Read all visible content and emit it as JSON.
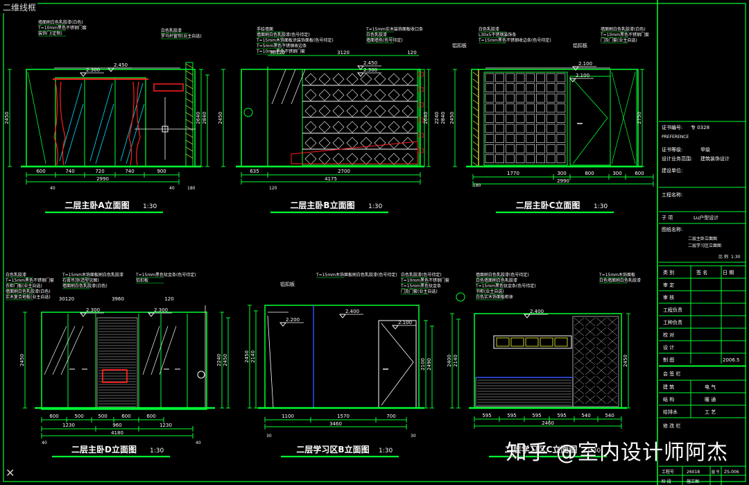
{
  "view_label": "二维线框",
  "watermark": "知乎 @室内设计师阿杰",
  "close_glyph": "✕",
  "colors": {
    "bg": "#000000",
    "line": "#00ff33",
    "accent": "#ff2020",
    "white": "#ffffff",
    "cyan": "#00e5ff",
    "yellow": "#ffff33"
  },
  "views": [
    {
      "title": "二层主卧A立面图",
      "scale": "1:30",
      "dims_bottom": [
        "600",
        "740",
        "720",
        "740",
        "900"
      ],
      "total": "2990",
      "edge_dims": [
        "40",
        "40",
        "180"
      ],
      "heights": [
        "2450",
        "2640",
        "2840"
      ],
      "marks": [
        "2.450",
        "2.300"
      ]
    },
    {
      "title": "二层主卧B立面图",
      "scale": "1:30",
      "dims_bottom": [
        "635",
        "2700"
      ],
      "total": "4175",
      "edge_dims": [
        "120"
      ],
      "top_dims": [
        "30120",
        "3120",
        "120"
      ],
      "heights": [
        "2450",
        "2640",
        "2240",
        "2840"
      ],
      "marks": [
        "2.450",
        "2.300"
      ]
    },
    {
      "title": "二层主卧C立面图",
      "scale": "1:30",
      "dims_bottom": [
        "1770",
        "300",
        "800",
        "300",
        "600"
      ],
      "total": "2990",
      "edge_dims": [
        "180"
      ],
      "heights": [
        "2450",
        "2750"
      ],
      "marks": [
        "2.100",
        "2.100"
      ]
    },
    {
      "title": "二层主卧D立面图",
      "scale": "1:30",
      "dims_bottom": [
        "600",
        "500",
        "500",
        "600",
        "600"
      ],
      "sub_dims": [
        "1230",
        "960",
        "1230"
      ],
      "top_dims": [
        "30120",
        "3960",
        "120"
      ],
      "total": "4180",
      "edge_dims": [
        "40",
        "40"
      ],
      "heights": [
        "2450",
        "2240",
        "2450"
      ],
      "marks": [
        "2.300",
        "2.300"
      ]
    },
    {
      "title": "二层学习区B立面图",
      "scale": "1:30",
      "dims_bottom": [
        "1100",
        "1570",
        "700"
      ],
      "total": "3460",
      "edge_dims": [
        "30",
        "30"
      ],
      "heights": [
        "2450",
        "2140",
        "2100",
        "2490"
      ],
      "marks": [
        "2.200",
        "2.400",
        "2.100"
      ]
    },
    {
      "title": "二层学习区C立面图",
      "scale": "1:30",
      "dims_bottom": [
        "595",
        "595",
        "595",
        "595",
        "540",
        "540"
      ],
      "total": "2460",
      "heights": [
        "2400",
        "2140",
        "2450"
      ],
      "marks": [
        "2.400"
      ]
    }
  ],
  "annotations": {
    "a": [
      "墙面刷白色乳胶漆(白色)",
      "T=10mm黑色不锈钢门套",
      "装饰门(定制)",
      "白色乳胶漆",
      "罗马杆窗帘(业主自选)"
    ],
    "b": [
      "手绘墙面",
      "墙面刷白色乳胶漆(色号待定)",
      "T=15mm木饰面板涂装饰面板(色号待定)",
      "T=5mm黑色不锈钢收边条",
      "T=10mm黑色不锈钢门套",
      "T=15mm实木装饰面板收口条",
      "白色乳胶漆",
      "墙面墙色(色号待定)"
    ],
    "c": [
      "白色乳胶漆",
      "L30x5不锈钢装饰条",
      "T=15mm黑色不锈钢收边条(色号待定)",
      "墙面刷白色乳胶漆(白色)",
      "T=10mm黑色不锈钢门套",
      "门及门套(业主自选)",
      "铝扣板",
      "铝扣板"
    ],
    "d": [
      "白色乳胶漆",
      "T=15mm黑色不锈钢门套",
      "衣柜门板(业主自选)",
      "墙面刷白色乳胶漆(白色)",
      "实木复合地板(业主自选)",
      "T=15mm木饰面板刷白色乳胶漆",
      "石膏吊顶(造型见图)",
      "墙面刷白色乳胶漆(白色)",
      "T=15mm黑色钛金条(色号待定)",
      "铝扣板"
    ],
    "e": [
      "T=15mm木饰面板刷白色乳胶漆(色号待定)",
      "白色乳胶漆(色号待定)",
      "T=10mm黑色不锈钢门套",
      "T=15mm黑色钛金条",
      "门及门套(业主自选)",
      "铝扣板"
    ],
    "f": [
      "墙面刷白色乳胶漆(色号待定)",
      "白色墙面刷白色乳胶漆",
      "T=15mm黑色钛金条(色号待定)",
      "书柜(业主自选)",
      "白色实木饰面板柜体",
      "T=15mm木饰面板",
      "白色墙面刷白色乳胶漆"
    ]
  },
  "title_block": {
    "cert_label": "证书编号:",
    "cert_no": "专 0328",
    "cert_en": "PREFERENCE",
    "grade_label": "证书等级:",
    "grade": "甲级",
    "scope_label": "设计业务范围:",
    "scope": "建筑装饰设计",
    "unit_label": "建设单位:",
    "project_label": "工程名称:",
    "item_label": "子 项",
    "item": "Lu户型设计",
    "drawing_label": "图纸名称:",
    "drawing_names": [
      "二层主卧立面图",
      "二层学习区立面图"
    ],
    "scale_label": "比 例",
    "scale": "1:30",
    "rows": [
      {
        "role": "类 别",
        "sign": "签 名",
        "date": "日 期"
      },
      {
        "role": "审 定",
        "sign": "",
        "date": ""
      },
      {
        "role": "审 核",
        "sign": "",
        "date": ""
      },
      {
        "role": "工程负责",
        "sign": "",
        "date": ""
      },
      {
        "role": "工种负责",
        "sign": "",
        "date": ""
      },
      {
        "role": "校 对",
        "sign": "",
        "date": ""
      },
      {
        "role": "设 计",
        "sign": "",
        "date": ""
      },
      {
        "role": "制 图",
        "sign": "",
        "date": "2006.5"
      }
    ],
    "countersign_label": "会 签 栏",
    "disciplines": [
      [
        "建 筑",
        "电 气"
      ],
      [
        "结 构",
        "暖 通"
      ],
      [
        "给排水",
        "工 艺"
      ]
    ],
    "revision_label": "修 改 栏",
    "job_label": "工程号",
    "job_no": "26018",
    "sheet_label": "图 号",
    "sheet_no": "ZS-006",
    "phase_label": "阶 段",
    "phase": "施工图"
  }
}
